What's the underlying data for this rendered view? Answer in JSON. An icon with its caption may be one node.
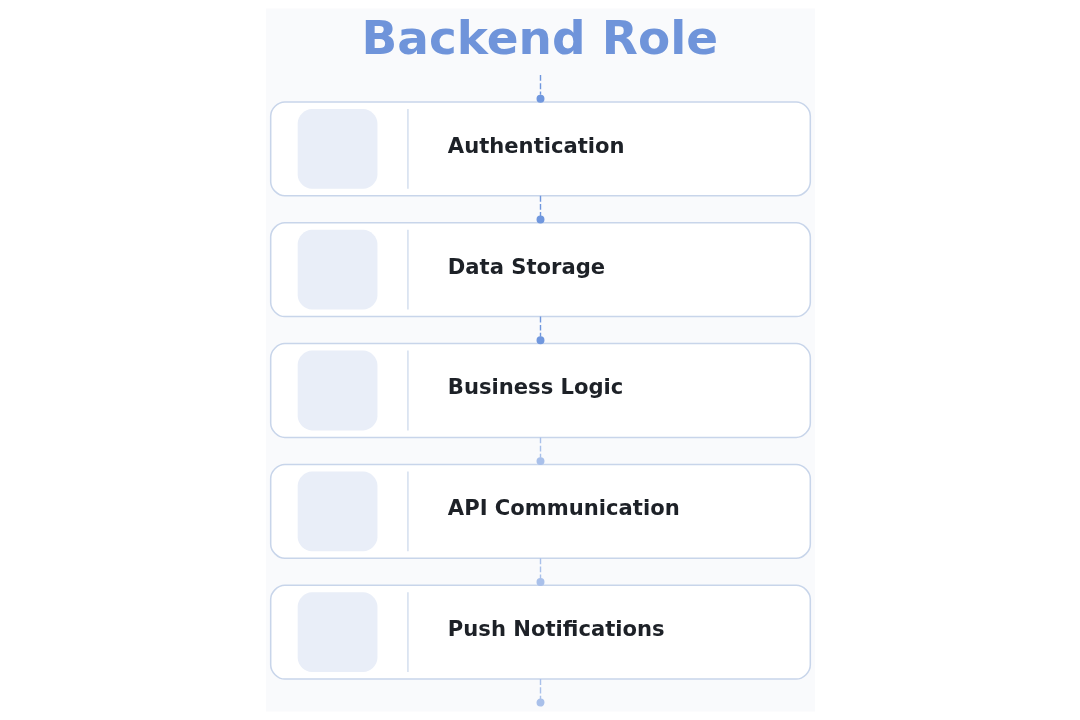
{
  "diagram": {
    "title": "Backend Role",
    "nodes": [
      {
        "text": [
          "Authentication"
        ]
      },
      {
        "text": [
          "Data Storage"
        ]
      },
      {
        "text": [
          "Business Logic"
        ]
      },
      {
        "text": [
          "API Communication"
        ]
      },
      {
        "text": [
          "Push Notifications"
        ]
      }
    ],
    "edges": [
      {
        "from": null,
        "to": 0,
        "arrow": "other",
        "style": "dashed"
      },
      {
        "from": 0,
        "to": 1,
        "arrow": "other",
        "style": "dashed"
      },
      {
        "from": 1,
        "to": 2,
        "arrow": "other",
        "style": "dashed"
      },
      {
        "from": 2,
        "to": 3,
        "arrow": "other",
        "style": "dashed",
        "color": "#a9c0ea"
      },
      {
        "from": 3,
        "to": 4,
        "arrow": "other",
        "style": "dashed",
        "color": "#a9c0ea"
      },
      {
        "from": 4,
        "to": null,
        "arrow": "other",
        "style": "dashed",
        "color": "#a9c0ea"
      }
    ]
  }
}
